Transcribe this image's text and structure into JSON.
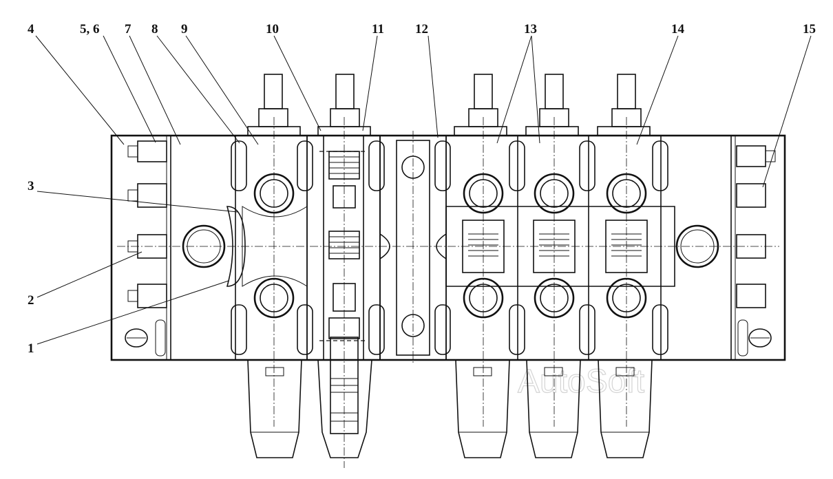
{
  "callouts": [
    {
      "id": "4",
      "label": "4"
    },
    {
      "id": "5-6",
      "label": "5, 6"
    },
    {
      "id": "7",
      "label": "7"
    },
    {
      "id": "8",
      "label": "8"
    },
    {
      "id": "9",
      "label": "9"
    },
    {
      "id": "10",
      "label": "10"
    },
    {
      "id": "11",
      "label": "11"
    },
    {
      "id": "12",
      "label": "12"
    },
    {
      "id": "13",
      "label": "13"
    },
    {
      "id": "14",
      "label": "14"
    },
    {
      "id": "15",
      "label": "15"
    },
    {
      "id": "3",
      "label": "3"
    },
    {
      "id": "2",
      "label": "2"
    },
    {
      "id": "1",
      "label": "1"
    }
  ],
  "watermark": "AutoSoft"
}
